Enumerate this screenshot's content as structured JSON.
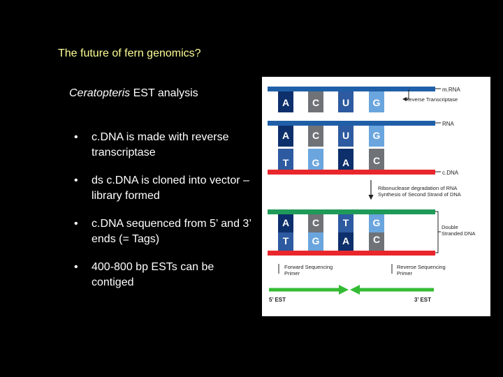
{
  "slide": {
    "title": "The future of fern genomics?",
    "subtitle_italic": "Ceratopteris",
    "subtitle_rest": " EST analysis",
    "bullet_symbol": "•",
    "bullets": [
      "c.DNA is made with reverse transcriptase",
      "ds c.DNA is cloned into vector – library formed",
      "c.DNA sequenced from 5’ and 3’ ends (= Tags)",
      "400-800 bp ESTs can be contiged"
    ]
  },
  "figure": {
    "label_mrna": "m.RNA",
    "label_reverse_transcriptase": "Reverse Transcriptase",
    "label_rna": "RNA",
    "label_cdna": "c.DNA",
    "label_degradation_1": "Ribonuclease degradation of RNA",
    "label_degradation_2": "Synthesis of Second Strand of DNA",
    "label_double_1": "Double",
    "label_double_2": "Stranded DNA",
    "label_fwd_1": "Forward Sequencing",
    "label_fwd_2": "Primer",
    "label_rev_1": "Reverse Sequencing",
    "label_rev_2": "Primer",
    "label_5est": "5’ EST",
    "label_3est": "3’ EST",
    "row1": [
      "A",
      "C",
      "U",
      "G"
    ],
    "row2_top": [
      "A",
      "C",
      "U",
      "G"
    ],
    "row2_bottom": [
      "T",
      "G",
      "A",
      "C"
    ],
    "row3_top": [
      "A",
      "C",
      "T",
      "G"
    ],
    "row3_bottom": [
      "T",
      "G",
      "A",
      "C"
    ],
    "colors": {
      "rna_strand": "#1f5fa8",
      "cdna_strand": "#e8262b",
      "dna_strand": "#1f9a58",
      "est_arrow": "#33bb33",
      "base_A": "#0d2f6b",
      "base_C": "#6f7378",
      "base_U": "#2d5aa0",
      "base_G": "#6aa5de",
      "base_T": "#2d5aa0"
    }
  }
}
